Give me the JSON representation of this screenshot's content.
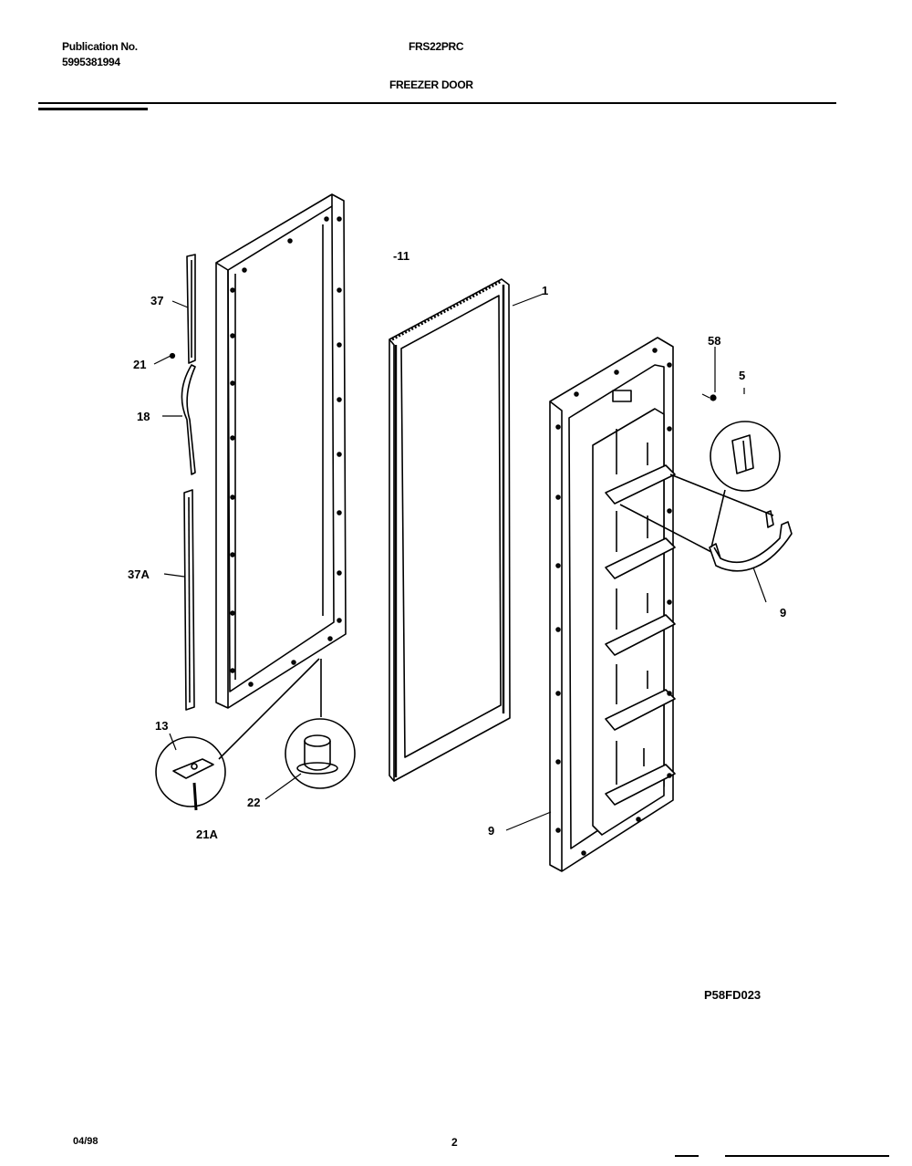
{
  "header": {
    "publication_label": "Publication No.",
    "publication_number": "5995381994",
    "model": "FRS22PRC",
    "section": "FREEZER DOOR"
  },
  "callouts": {
    "c11": "-11",
    "c1": "1",
    "c37": "37",
    "c21": "21",
    "c18": "18",
    "c37a": "37A",
    "c13": "13",
    "c21a": "21A",
    "c22": "22",
    "c9_bottom": "9",
    "c9_right": "9",
    "c58": "58",
    "c5": "5"
  },
  "footer": {
    "reference_code": "P58FD023",
    "date": "04/98",
    "page": "2"
  }
}
